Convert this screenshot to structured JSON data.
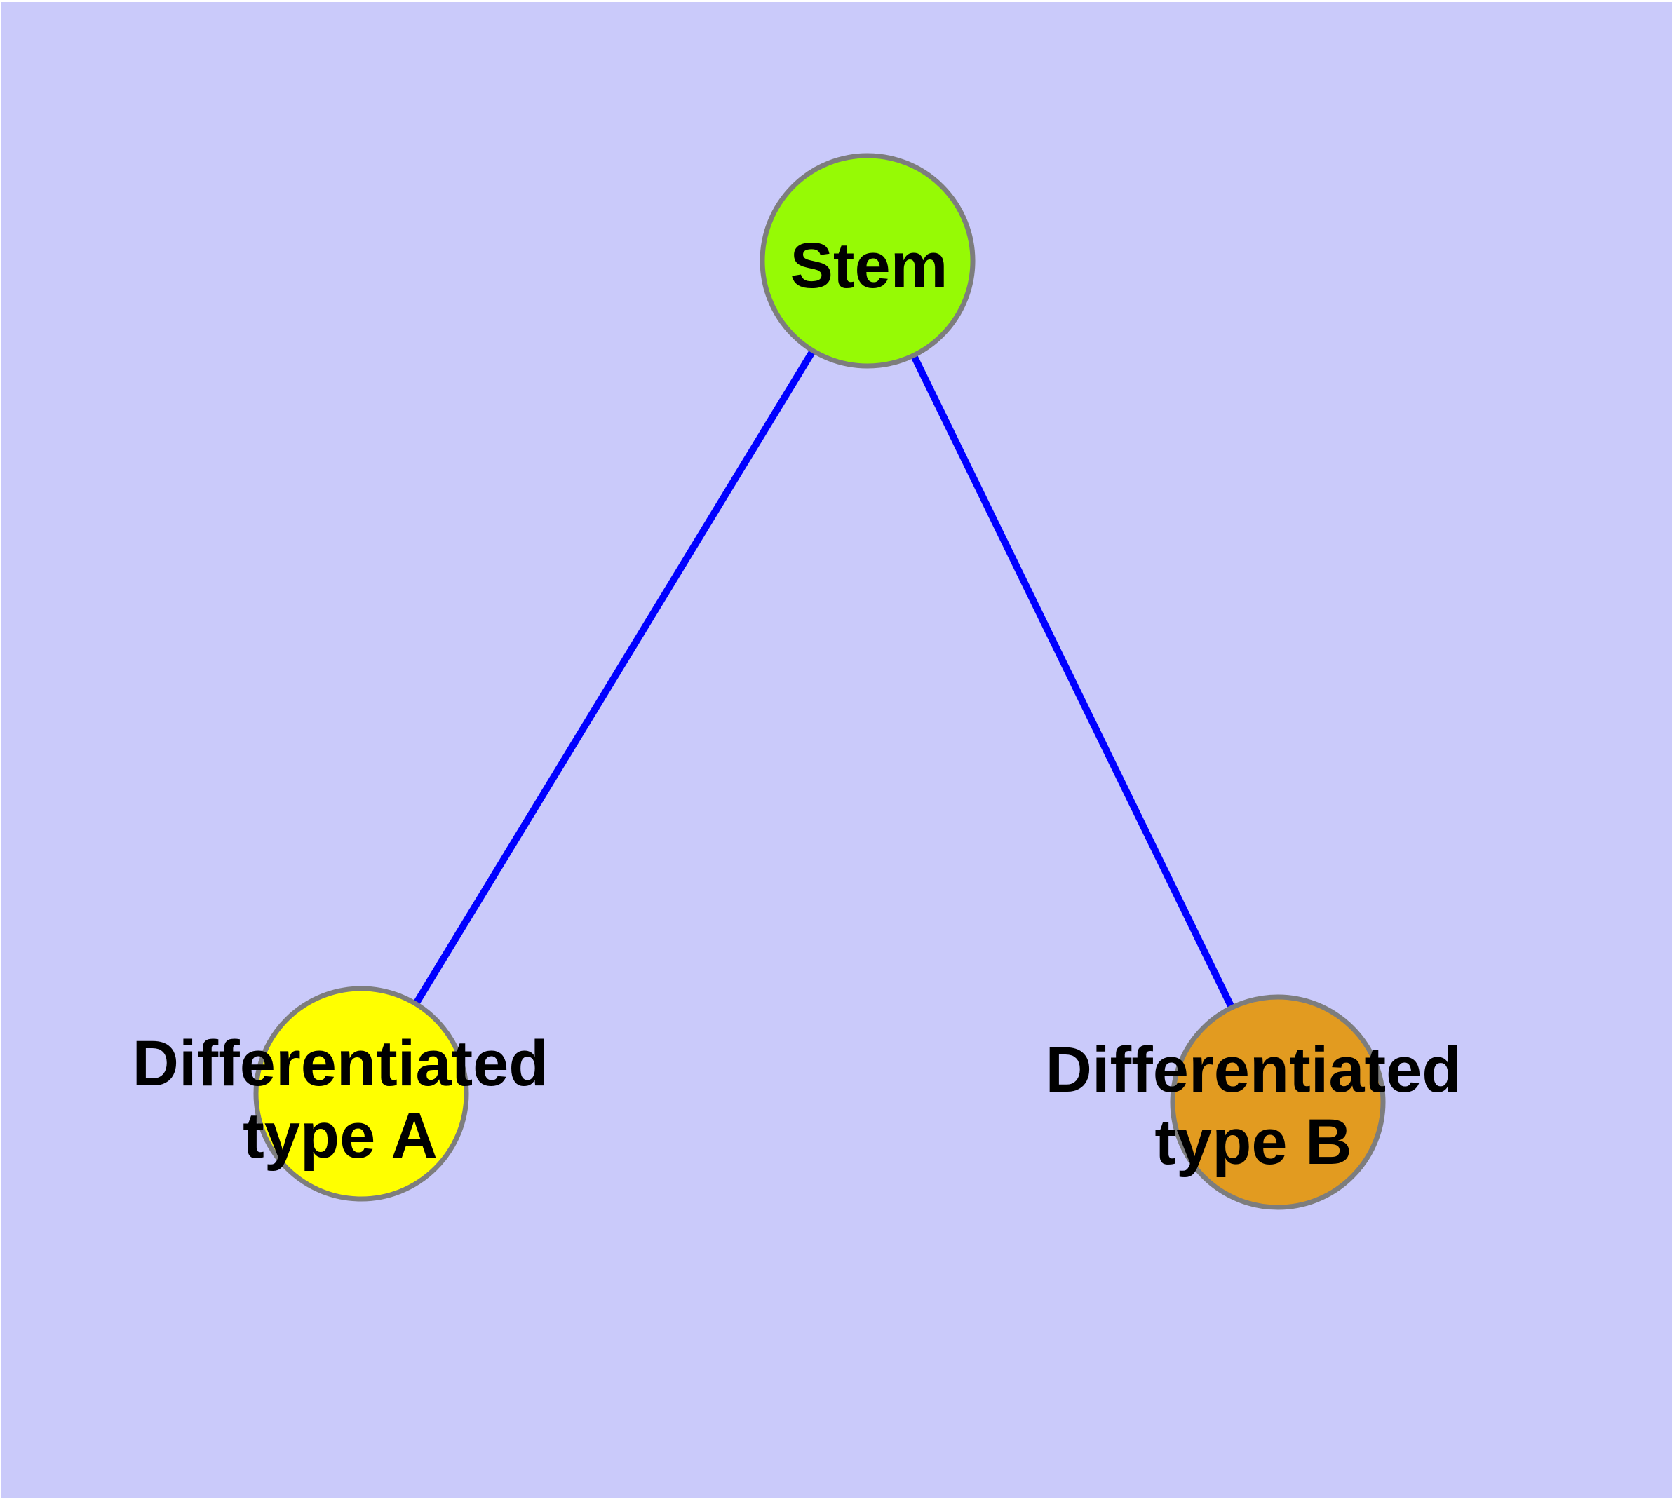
{
  "canvas": {
    "background_color": "#CACAFA",
    "margin_color": "#FFFFFF"
  },
  "graph": {
    "type": "node-link-tree",
    "edge_color": "#0000FF",
    "node_border_color": "#7D7D7D",
    "label_color": "#000000",
    "nodes": [
      {
        "id": "stem",
        "label": "Stem",
        "lines": [
          "Stem"
        ],
        "fill_color": "#96FA05"
      },
      {
        "id": "differentiated-type-a",
        "label": "Differentiated type A",
        "lines": [
          "Differentiated",
          "type A"
        ],
        "fill_color": "#FFFF00"
      },
      {
        "id": "differentiated-type-b",
        "label": "Differentiated type B",
        "lines": [
          "Differentiated",
          "type B"
        ],
        "fill_color": "#E29B20"
      }
    ],
    "edges": [
      {
        "from": "Stem",
        "to": "Differentiated type A"
      },
      {
        "from": "Stem",
        "to": "Differentiated type B"
      }
    ]
  }
}
